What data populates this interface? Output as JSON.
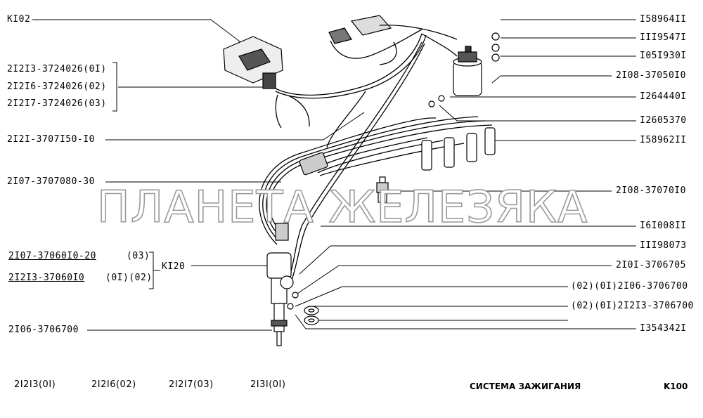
{
  "diagram": {
    "left_labels": {
      "k102": "KI02",
      "part_21213": "2I2I3-3724026(0I)",
      "part_21216": "2I2I6-3724026(02)",
      "part_21217": "2I2I7-3724026(03)",
      "part_2121": "2I2I-3707I50-I0",
      "part_2107_080": "2I07-3707080-30",
      "part_2107_010": "2I07-37060I0-20",
      "variant_03": "(03)",
      "part_21213_010": "2I2I3-37060I0",
      "variant_0102": "(0I)(02)",
      "k120": "KI20",
      "part_2106": "2I06-3706700"
    },
    "right_labels": {
      "r1": "I58964II",
      "r2": "III9547I",
      "r3": "I05I930I",
      "r4": "2I08-37050I0",
      "r5": "I264440I",
      "r6": "I2605370",
      "r7": "I58962II",
      "r8": "2I08-37070I0",
      "r9": "I6I008II",
      "r10": "III98073",
      "r11": "2I0I-3706705",
      "r12": "(02)(0I)2I06-3706700",
      "r13": "(02)(0I)2I2I3-3706700",
      "r14": "I354342I"
    },
    "watermark": "ПЛАНЕТА ЖЕЛЕЗЯКА"
  },
  "footer": {
    "models": [
      "2I2I3(0I)",
      "2I2I6(02)",
      "2I2I7(03)",
      "2I3I(0I)"
    ],
    "title": "СИСТЕМА ЗАЖИГАНИЯ",
    "code": "K100"
  }
}
